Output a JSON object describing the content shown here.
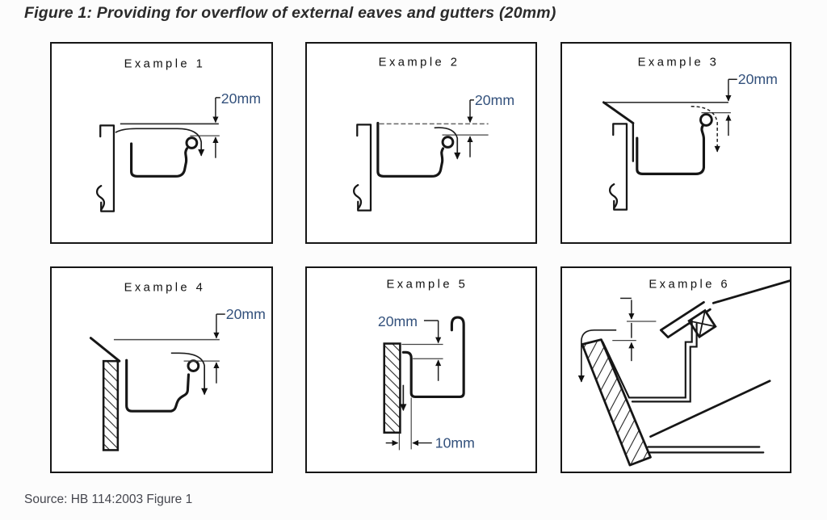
{
  "title": "Figure 1: Providing for overflow of external eaves and gutters (20mm)",
  "source": "Source: HB 114:2003 Figure 1",
  "colors": {
    "line": "#161616",
    "dimension_label": "#33517c",
    "panel_border": "#161616",
    "title_text": "#2b2b2b",
    "source_text": "#45464e",
    "background": "#fcfcfc"
  },
  "panels": [
    {
      "label": "Example 1",
      "dims": [
        "20mm"
      ]
    },
    {
      "label": "Example 2",
      "dims": [
        "20mm"
      ]
    },
    {
      "label": "Example 3",
      "dims": [
        "20mm"
      ]
    },
    {
      "label": "Example 4",
      "dims": [
        "20mm"
      ]
    },
    {
      "label": "Example 5",
      "dims": [
        "20mm",
        "10mm"
      ]
    },
    {
      "label": "Example 6",
      "dims": []
    }
  ]
}
